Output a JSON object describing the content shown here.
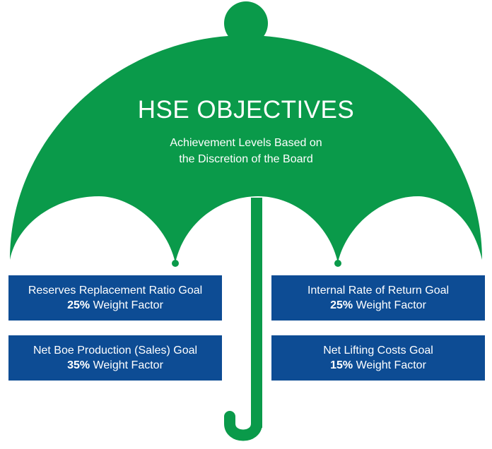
{
  "colors": {
    "umbrella_green": "#0a9a4a",
    "box_blue": "#0d4c94",
    "text": "#ffffff"
  },
  "diagram": {
    "title": "HSE OBJECTIVES",
    "subtitle_line1": "Achievement Levels Based on",
    "subtitle_line2": "the Discretion of the Board"
  },
  "goals": [
    {
      "name": "Reserves Replacement Ratio Goal",
      "weight": "25%",
      "weight_label": "Weight Factor"
    },
    {
      "name": "Internal Rate of Return Goal",
      "weight": "25%",
      "weight_label": "Weight Factor"
    },
    {
      "name": "Net Boe Production (Sales) Goal",
      "weight": "35%",
      "weight_label": "Weight Factor"
    },
    {
      "name": "Net Lifting Costs Goal",
      "weight": "15%",
      "weight_label": "Weight Factor"
    }
  ]
}
